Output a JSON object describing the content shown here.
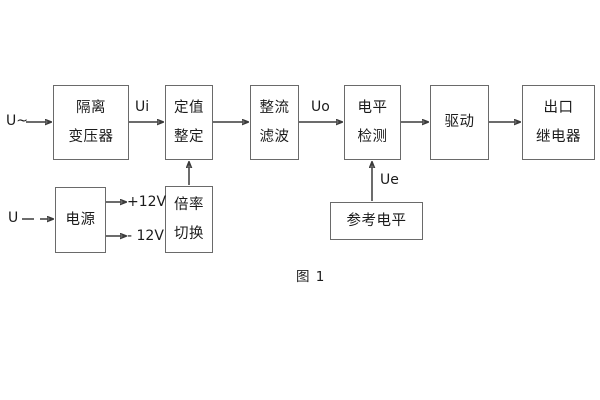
{
  "figure": {
    "caption": "图 1",
    "blocks": [
      {
        "id": "isolation-transformer",
        "lines": [
          "隔离",
          "变压器"
        ]
      },
      {
        "id": "setting-value",
        "lines": [
          "定值",
          "整定"
        ]
      },
      {
        "id": "rectify-filter",
        "lines": [
          "整流",
          "滤波"
        ]
      },
      {
        "id": "level-detection",
        "lines": [
          "电平",
          "检测"
        ]
      },
      {
        "id": "drive",
        "lines": [
          "驱动"
        ]
      },
      {
        "id": "output-relay",
        "lines": [
          "出口",
          "继电器"
        ]
      },
      {
        "id": "power-supply",
        "lines": [
          "电源"
        ]
      },
      {
        "id": "ratio-switch",
        "lines": [
          "倍率",
          "切换"
        ]
      },
      {
        "id": "reference-level",
        "lines": [
          "参考电平"
        ]
      }
    ],
    "labels": {
      "input_ac": "U~",
      "input_dc": "U",
      "signal_ui": "Ui",
      "signal_uo": "Uo",
      "signal_ue": "Ue",
      "rail_positive": "+12V",
      "rail_negative": "- 12V"
    },
    "colors": {
      "box_border": "#6a6a6a",
      "wire": "#3b3b3b",
      "text": "#1b1b1b",
      "background": "#ffffff"
    }
  }
}
